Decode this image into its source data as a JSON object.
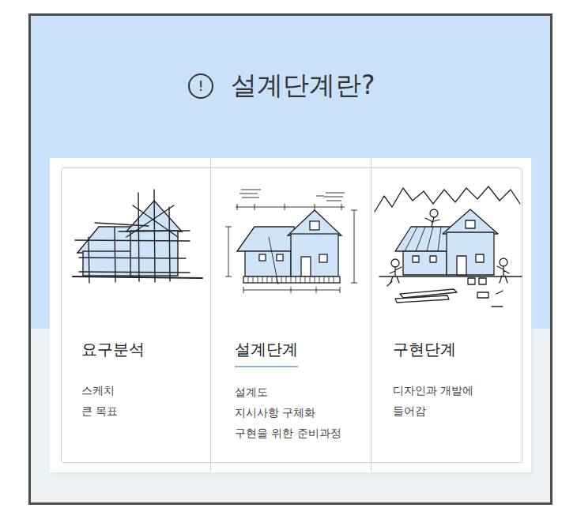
{
  "diagram": {
    "title": "설계단계란?",
    "nodes": [
      {
        "text": [
          "요구분석",
          "스케치",
          "큰 목표"
        ]
      },
      {
        "text": [
          "설계단계",
          "설계도",
          "지시사항 구체화",
          "구현을 위한 준비과정"
        ]
      },
      {
        "text": [
          "구현단계",
          "디자인과 개발에",
          "들어감"
        ]
      }
    ],
    "labels": [
      "!"
    ]
  }
}
